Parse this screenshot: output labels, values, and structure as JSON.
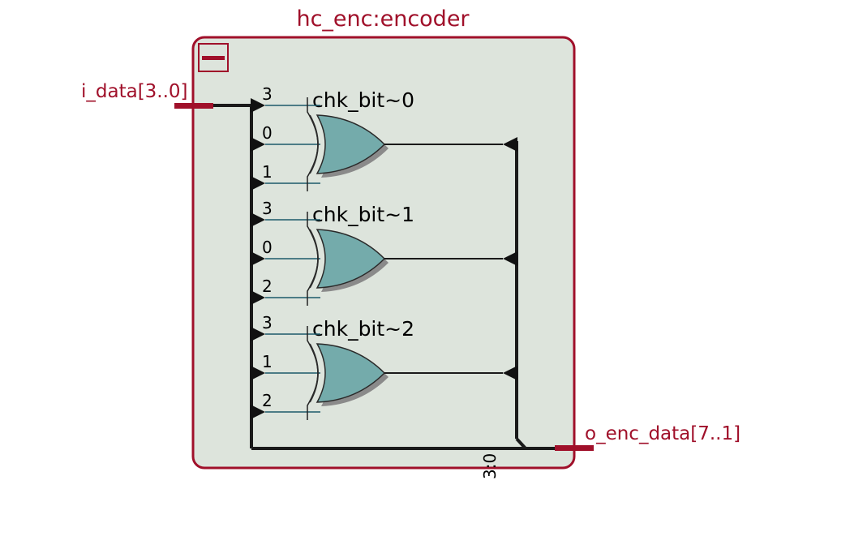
{
  "diagram": {
    "instance_title": "hc_enc:encoder",
    "input_port": {
      "label": "i_data[3..0]"
    },
    "output_port": {
      "label": "o_enc_data[7..1]"
    },
    "bus_slice_label": "3:0",
    "gates": [
      {
        "name": "chk_bit~0",
        "inputs": [
          "3",
          "0",
          "1"
        ]
      },
      {
        "name": "chk_bit~1",
        "inputs": [
          "3",
          "0",
          "2"
        ]
      },
      {
        "name": "chk_bit~2",
        "inputs": [
          "3",
          "1",
          "2"
        ]
      }
    ]
  },
  "colors": {
    "instance_border": "#a0102a",
    "instance_fill": "#dde4dc",
    "gate_fill": "#74abab",
    "gate_shadow": "#8a8a8a",
    "label_red": "#a0102a"
  },
  "icons": {
    "collapse": "minus-icon"
  }
}
